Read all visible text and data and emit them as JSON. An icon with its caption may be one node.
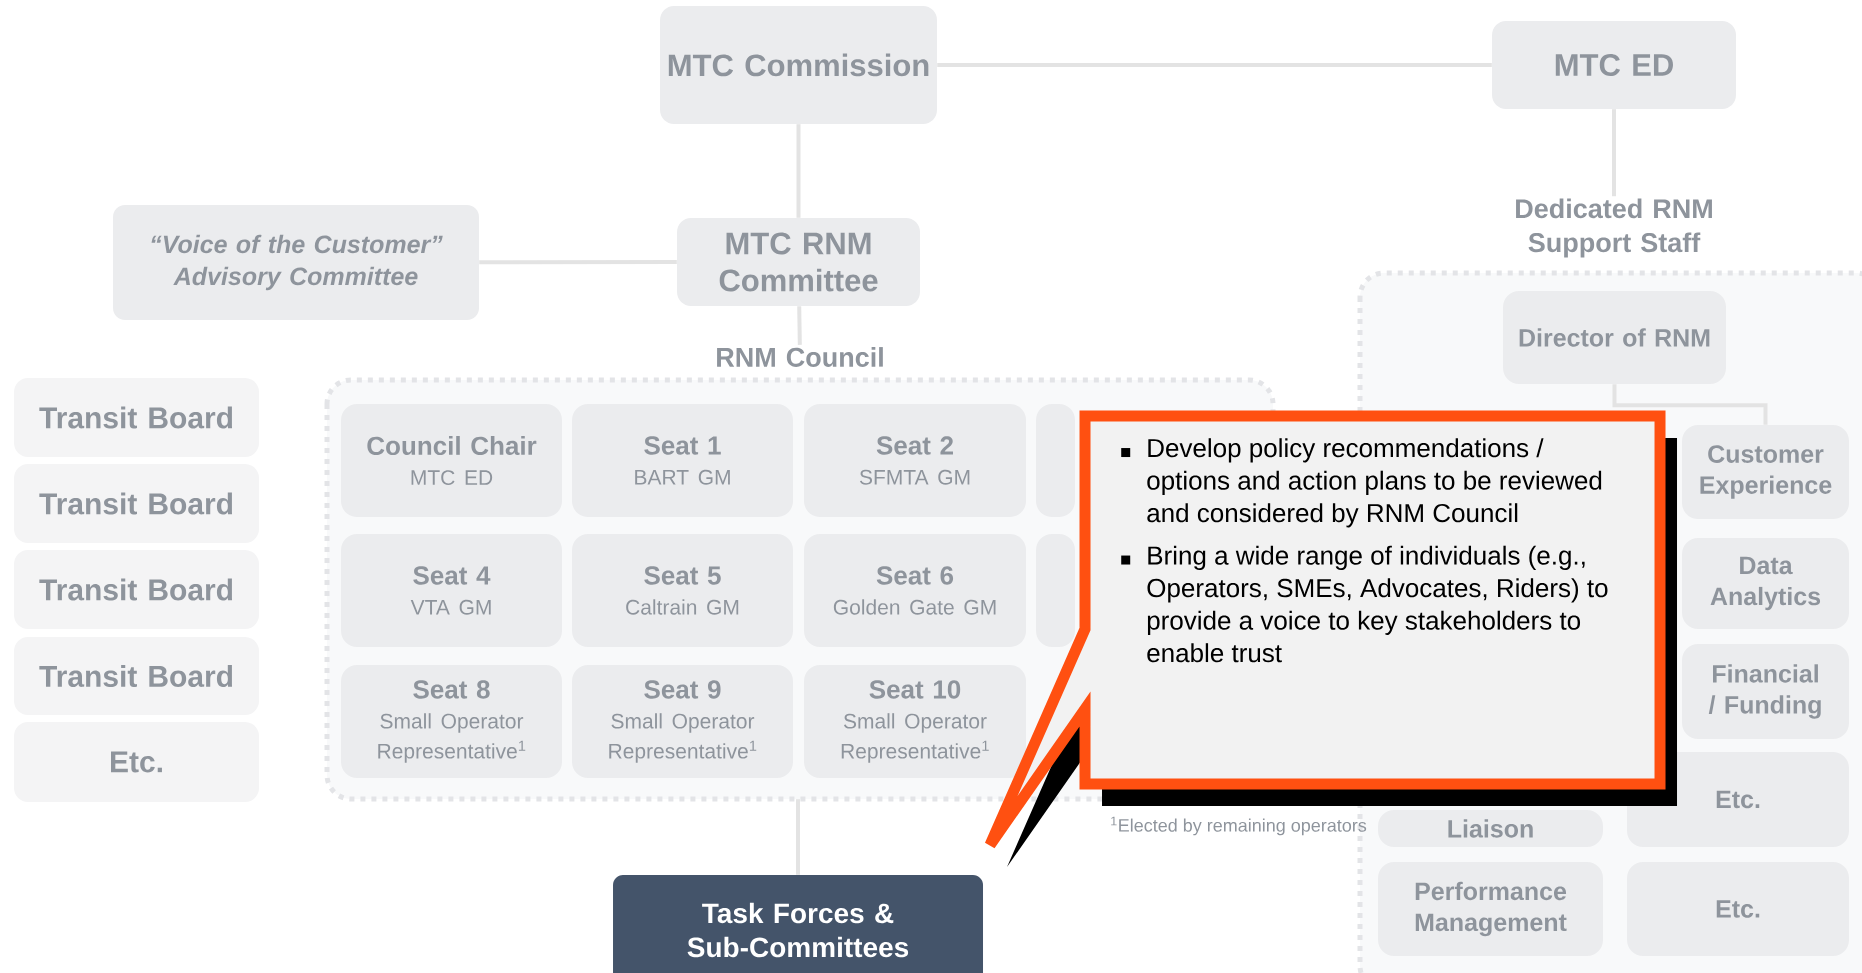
{
  "diagram": {
    "nodes": [
      {
        "text": [
          "MTC Commission"
        ]
      },
      {
        "text": [
          "MTC ED"
        ]
      },
      {
        "text": [
          "“Voice of the Customer” Advisory Committee"
        ]
      },
      {
        "text": [
          "MTC RNM Committee"
        ]
      },
      {
        "text": [
          "Transit Board"
        ]
      },
      {
        "text": [
          "Transit Board"
        ]
      },
      {
        "text": [
          "Transit Board"
        ]
      },
      {
        "text": [
          "Transit Board"
        ]
      },
      {
        "text": [
          "Etc."
        ]
      },
      {
        "text": [
          "RNM Council"
        ]
      },
      {
        "text": [
          "Council Chair",
          "MTC ED"
        ],
        "in": 9
      },
      {
        "text": [
          "Seat 1",
          "BART GM"
        ],
        "in": 9
      },
      {
        "text": [
          "Seat 2",
          "SFMTA GM"
        ],
        "in": 9
      },
      {
        "text": [],
        "shape": "box",
        "in": 9
      },
      {
        "text": [
          "Seat 4",
          "VTA GM"
        ],
        "in": 9
      },
      {
        "text": [
          "Seat 5",
          "Caltrain GM"
        ],
        "in": 9
      },
      {
        "text": [
          "Seat 6",
          "Golden Gate GM"
        ],
        "in": 9
      },
      {
        "text": [],
        "shape": "box",
        "in": 9
      },
      {
        "text": [
          "Seat 8",
          "Small Operator Representative$^{1}$"
        ],
        "in": 9
      },
      {
        "text": [
          "Seat 9",
          "Small Operator Representative$^{1}$"
        ],
        "in": 9
      },
      {
        "text": [
          "Seat 10",
          "Small Operator Representative$^{1}$"
        ],
        "in": 9
      },
      {
        "text": [
          "Dedicated RNM Support Staff"
        ]
      },
      {
        "text": [
          "Director of RNM"
        ],
        "in": 21
      },
      {
        "text": [
          "Customer Experience"
        ],
        "in": 21
      },
      {
        "text": [
          "Data Analytics"
        ],
        "in": 21
      },
      {
        "text": [
          "Financial / Funding"
        ],
        "in": 21
      },
      {
        "text": [
          "Liaison"
        ],
        "in": 21
      },
      {
        "text": [
          "Etc."
        ],
        "in": 21
      },
      {
        "text": [
          "Performance Management"
        ],
        "in": 21
      },
      {
        "text": [
          "Etc."
        ],
        "in": 21
      },
      {
        "text": [
          "Task Forces & Sub-Committees"
        ]
      },
      {
        "text": [
          "Develop policy recommendations / options and action plans to be reviewed and considered by RNM Council",
          "Bring a wide range of individuals (e.g., Operators, SMEs, Advocates, Riders) to provide a voice to key stakeholders to enable trust"
        ]
      }
    ],
    "edges": [
      {
        "from": 0,
        "to": 1,
        "arrow": "none"
      },
      {
        "from": 0,
        "to": 3,
        "arrow": "none"
      },
      {
        "from": 2,
        "to": 3,
        "arrow": "none"
      },
      {
        "from": 3,
        "to": 9,
        "arrow": "none"
      },
      {
        "from": 9,
        "to": 30,
        "arrow": "none"
      },
      {
        "from": 1,
        "to": 21,
        "arrow": "none"
      },
      {
        "from": 22,
        "to": 23,
        "arrow": "none"
      }
    ],
    "labels": [
      "$^{1}$Elected by remaining operators"
    ]
  }
}
